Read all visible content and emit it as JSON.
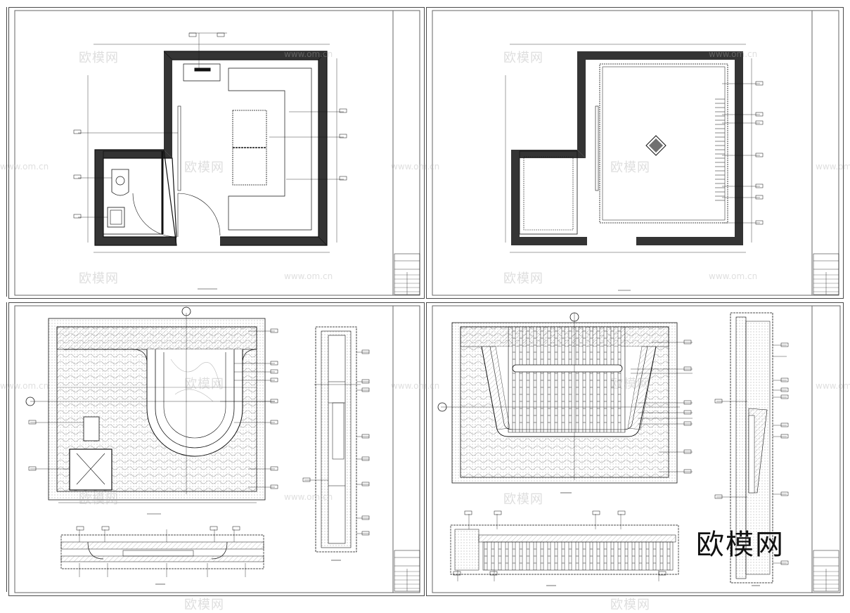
{
  "sheets": [
    {
      "id": "top-left",
      "caption": ""
    },
    {
      "id": "top-right",
      "caption": ""
    },
    {
      "id": "bottom-left",
      "caption": ""
    },
    {
      "id": "bottom-right",
      "caption": ""
    }
  ],
  "watermark": {
    "text": "欧模网",
    "url": "www.om.cn",
    "brand": "欧模网"
  },
  "colors": {
    "line": "#222222",
    "hatch": "#9a9a9a",
    "watermark": "#bdbdbd"
  }
}
